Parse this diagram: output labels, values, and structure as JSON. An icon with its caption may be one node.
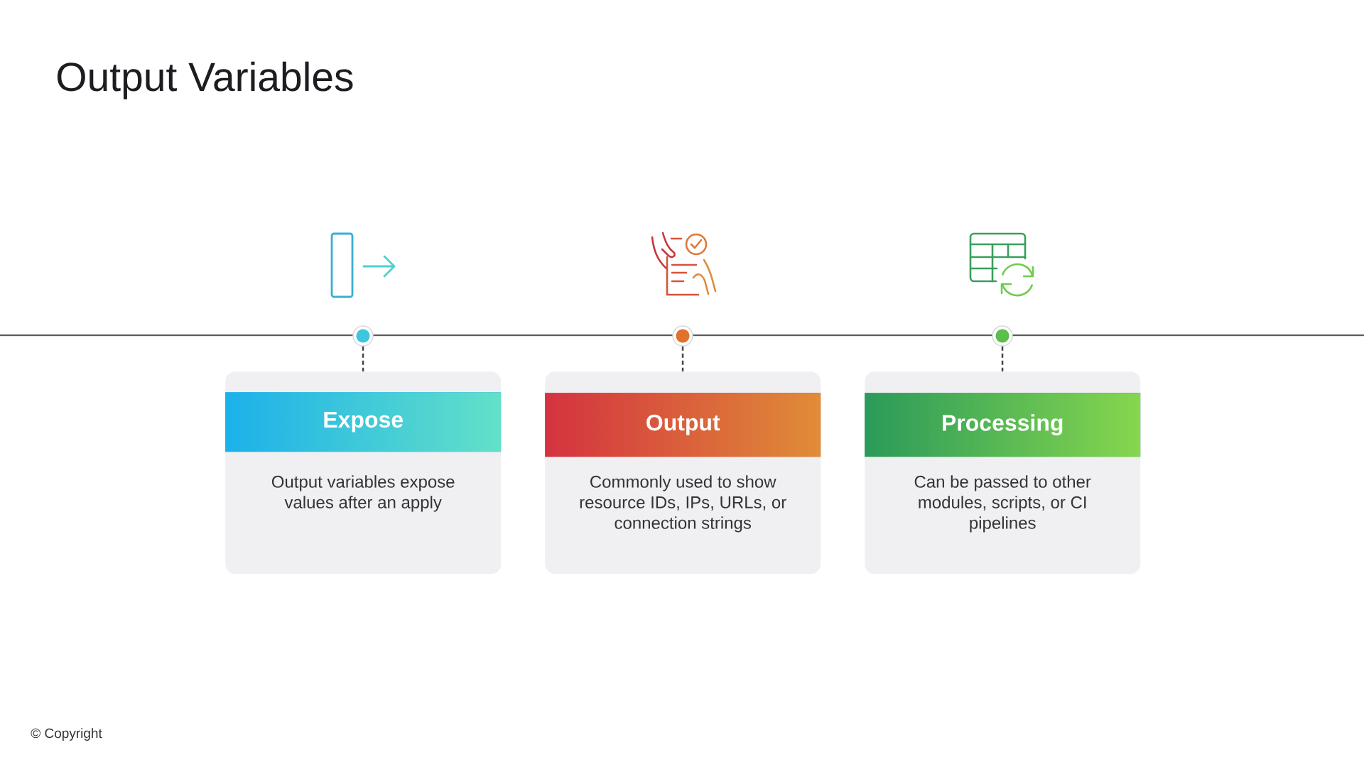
{
  "diagram": {
    "title": "Output Variables",
    "nodes": [
      {
        "text": [],
        "shape": "circle"
      },
      {
        "text": [],
        "shape": "circle"
      },
      {
        "text": [],
        "shape": "circle"
      },
      {
        "text": [
          "Output variables expose values after an apply"
        ]
      },
      {
        "text": [
          "Expose"
        ],
        "in": 3
      },
      {
        "text": [
          "Commonly used to show resource IDs, IPs, URLs, or connection strings"
        ]
      },
      {
        "text": [
          "Output"
        ],
        "in": 5
      },
      {
        "text": [
          "Can be passed to other modules, scripts, or CI pipelines"
        ]
      },
      {
        "text": [
          "Processing"
        ],
        "in": 7
      }
    ],
    "edges": [
      {
        "from": 0,
        "to": 3,
        "arrow": "none",
        "style": "dashed"
      },
      {
        "from": 1,
        "to": 5,
        "arrow": "none",
        "style": "dashed"
      },
      {
        "from": 2,
        "to": 7,
        "arrow": "none",
        "style": "dashed"
      }
    ],
    "labels": [
      "© Copyright"
    ]
  }
}
